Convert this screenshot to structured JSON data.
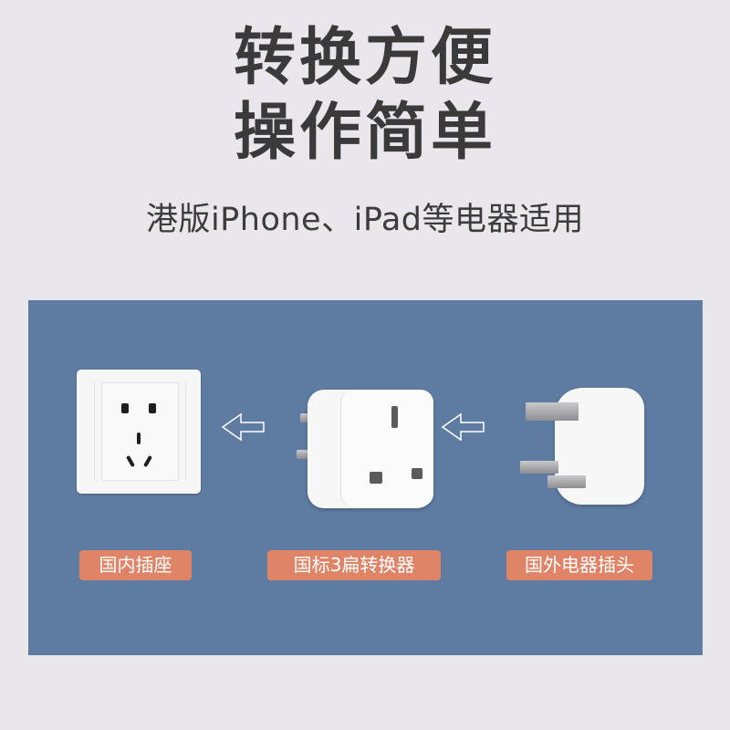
{
  "headline": {
    "line1": "转换方便",
    "line2": "操作简单"
  },
  "subtitle": "港版iPhone、iPad等电器适用",
  "panel": {
    "background_color": "#5e7ba1",
    "items": [
      {
        "label": "国内插座",
        "image": "chinese-wall-socket"
      },
      {
        "label": "国标3扁转换器",
        "image": "uk-to-cn-adapter"
      },
      {
        "label": "国外电器插头",
        "image": "uk-charger-plug"
      }
    ],
    "arrows": [
      "arrow-left-icon",
      "arrow-left-icon"
    ],
    "label_color": "#e08468"
  }
}
